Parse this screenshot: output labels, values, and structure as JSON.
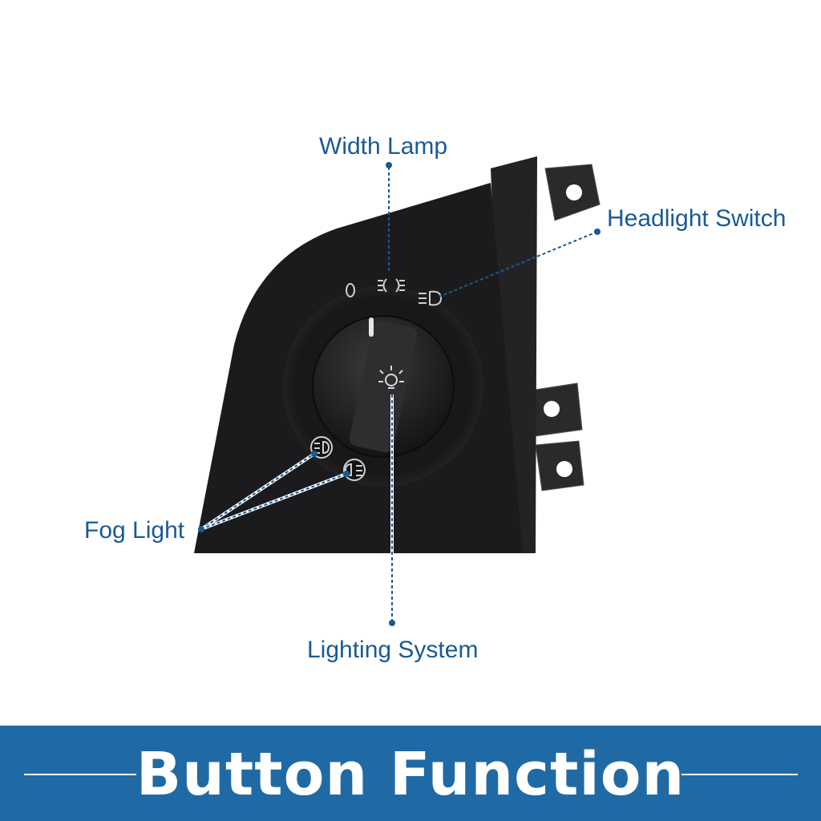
{
  "labels": {
    "width_lamp": "Width Lamp",
    "headlight_switch": "Headlight Switch",
    "fog_light": "Fog Light",
    "lighting_system": "Lighting System"
  },
  "banner": {
    "title": "Button Function"
  },
  "colors": {
    "accent": "#1a5a94",
    "banner": "#1f6aa5",
    "panel": "#1b1b1d"
  }
}
